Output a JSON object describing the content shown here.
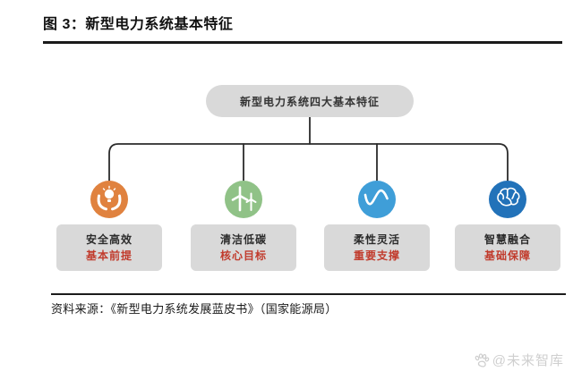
{
  "page": {
    "title": "图 3：新型电力系统基本特征",
    "source": "资料来源：《新型电力系统发展蓝皮书》（国家能源局）",
    "watermark": "@未来智库"
  },
  "diagram": {
    "root": {
      "label": "新型电力系统四大基本特征"
    },
    "branches": [
      {
        "title": "安全高效",
        "subtitle": "基本前提",
        "icon": "hands-holding-bulb-icon",
        "color": "#E0823F"
      },
      {
        "title": "清洁低碳",
        "subtitle": "核心目标",
        "icon": "wind-turbine-icon",
        "color": "#90C287"
      },
      {
        "title": "柔性灵活",
        "subtitle": "重要支撑",
        "icon": "wave-icon",
        "color": "#3F9ED8"
      },
      {
        "title": "智慧融合",
        "subtitle": "基础保障",
        "icon": "brain-icon",
        "color": "#2272B9"
      }
    ],
    "colors": {
      "node_fill": "#D9D9D9",
      "subtitle_red": "#C13B2C",
      "connector": "#2B2B2B"
    }
  }
}
